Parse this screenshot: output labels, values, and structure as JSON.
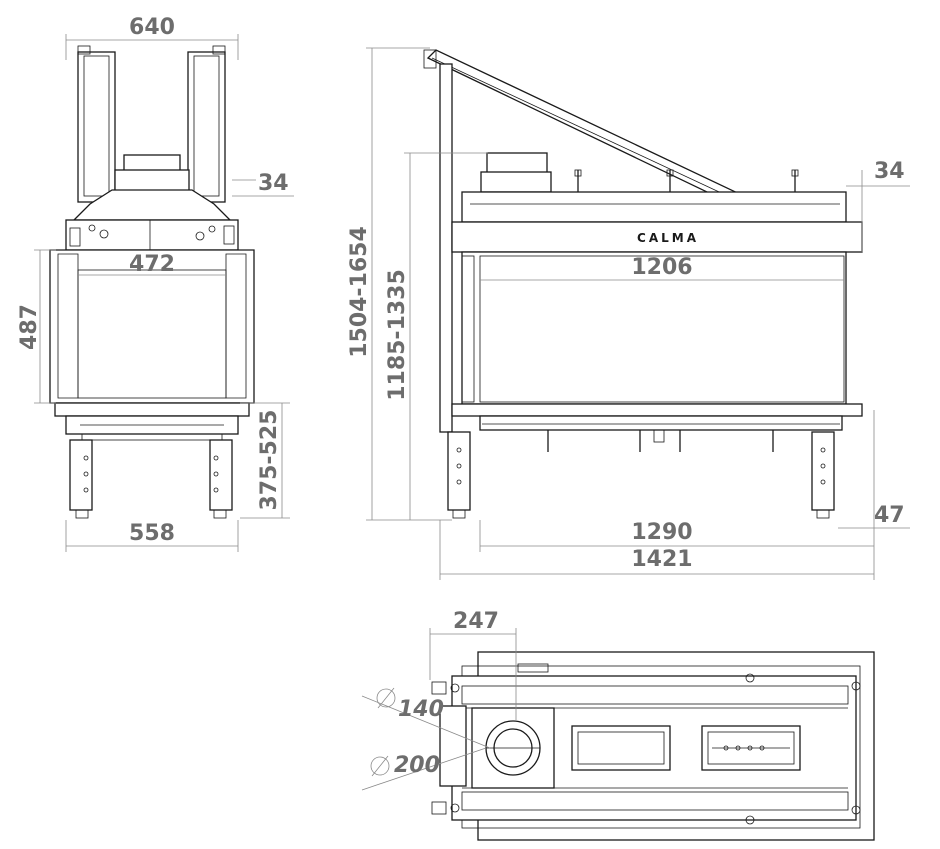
{
  "brand_label": "CALMA",
  "dimensions": {
    "front_width": "640",
    "front_top_offset": "34",
    "front_opening_width": "472",
    "front_opening_height": "487",
    "front_leg_height": "375-525",
    "front_base_width": "558",
    "side_total_height": "1504-1654",
    "side_body_height": "1185-1335",
    "side_top_offset": "34",
    "side_glass_width": "1206",
    "side_base_width": "1290",
    "side_total_width": "1421",
    "side_foot_offset": "47",
    "top_flue_offset": "247",
    "top_flue_inner_diameter": "140",
    "top_flue_outer_diameter": "200"
  }
}
